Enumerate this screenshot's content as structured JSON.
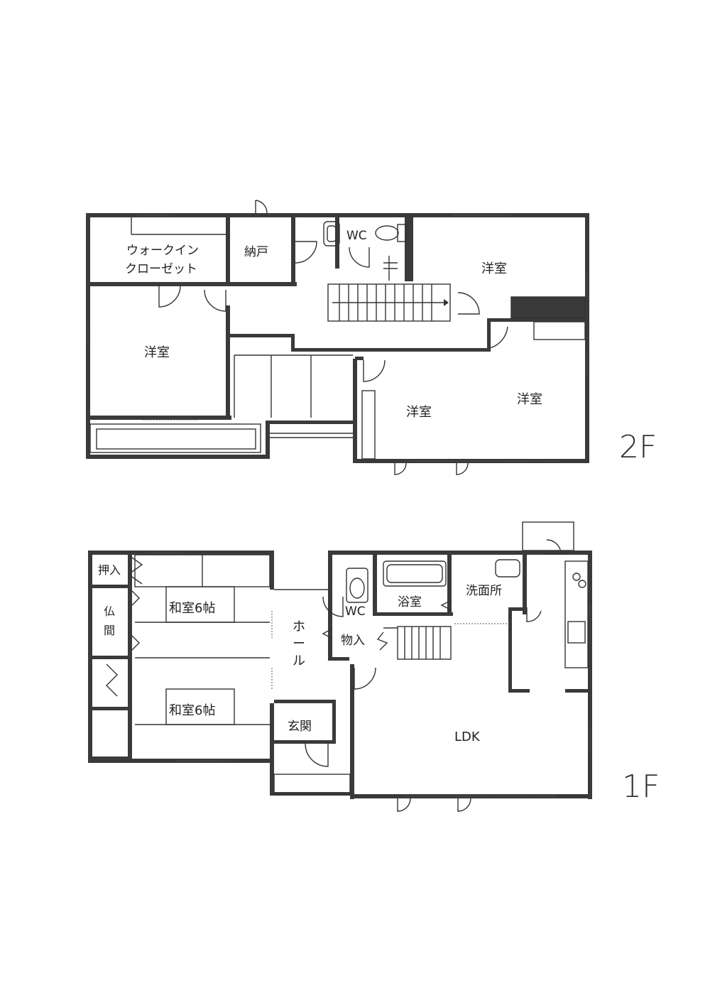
{
  "floor2": {
    "label": "2F",
    "rooms": {
      "walk_in_closet_line1": "ウォークイン",
      "walk_in_closet_line2": "クローゼット",
      "storage": "納戸",
      "wc": "WC",
      "western_ne": "洋室",
      "western_w": "洋室",
      "western_s": "洋室",
      "western_se": "洋室"
    }
  },
  "floor1": {
    "label": "1F",
    "rooms": {
      "oshiire": "押入",
      "butsuma_line1": "仏",
      "butsuma_line2": "間",
      "washitsu_upper": "和室6帖",
      "washitsu_lower": "和室6帖",
      "hall_line1": "ホ",
      "hall_line2": "ー",
      "hall_line3": "ル",
      "wc": "WC",
      "monoire": "物入",
      "bathroom": "浴室",
      "washroom": "洗面所",
      "entrance": "玄関",
      "ldk": "LDK"
    }
  },
  "colors": {
    "wall": "#3a3a3a",
    "line": "#333333",
    "background": "#ffffff"
  }
}
